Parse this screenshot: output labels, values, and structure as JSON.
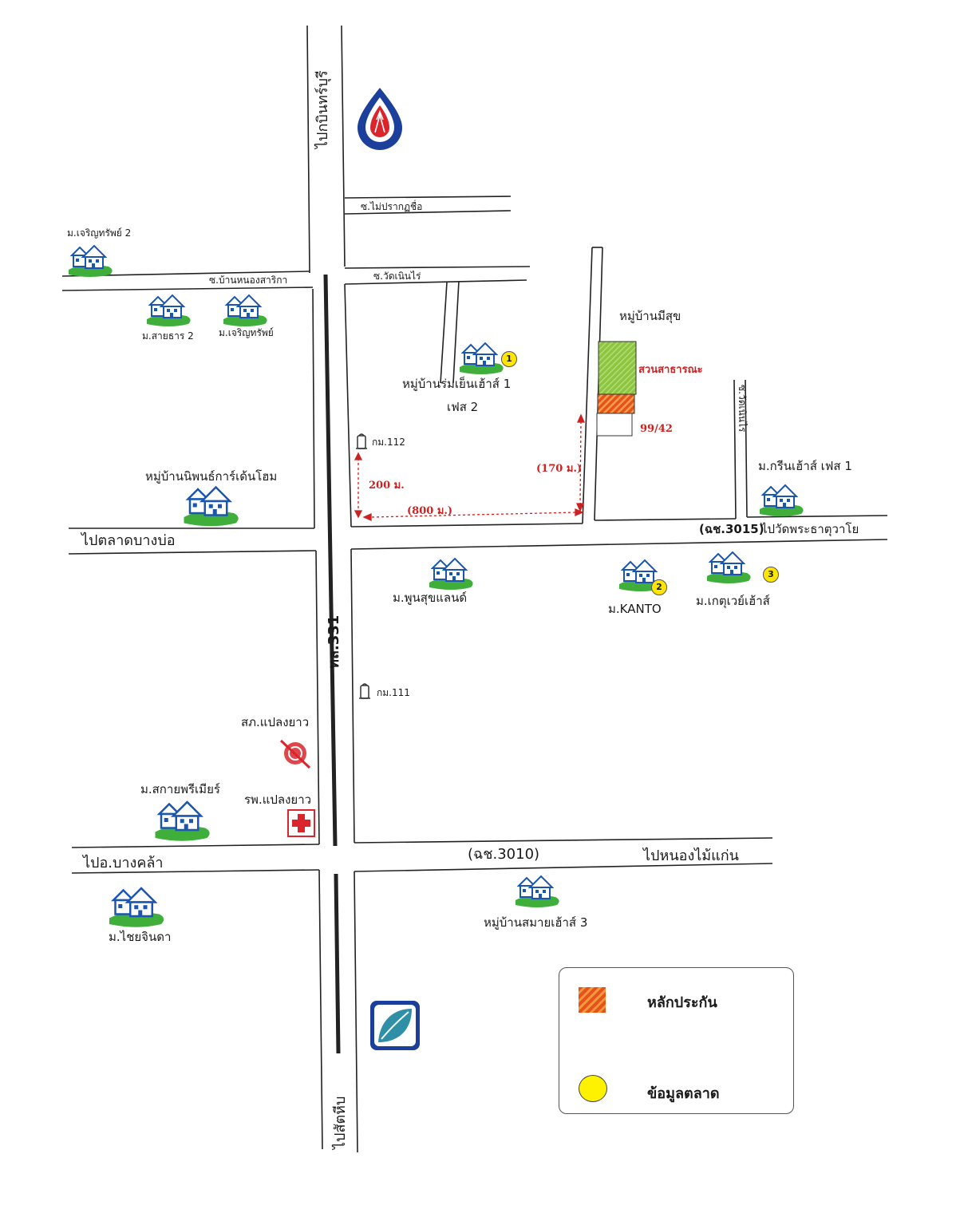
{
  "roads": {
    "to_kabin": "ไปกบินทร์บุรี",
    "soi_maipraksue": "ซ.ไม่ปรากฏชื่อ",
    "soi_bannongsarika": "ซ.บ้านหนองสาริกา",
    "soi_watnoenrai": "ซ.วัดเนินไร่",
    "to_bangbo_market": "ไปตลาดบางบ่อ",
    "route_3015": "(ฉช.3015)",
    "to_wat_phrathat": "ไปวัดพระธาตุวาโย",
    "highway_331": "ทล.331",
    "to_bangkhla": "ไปอ.บางคล้า",
    "route_3010": "(ฉช.3010)",
    "to_nongmaikaen": "ไปหนองไม้แก่น",
    "to_sattahip": "ไปสัตหีบ",
    "soi_right": "ซ.วัดเนินไร่"
  },
  "villages": {
    "charoensap2": "ม.เจริญทรัพย์ 2",
    "saithan2": "ม.สายธาร 2",
    "charoensap": "ม.เจริญทรัพย์",
    "romyen1": "หมู่บ้านร่มเย็นเฮ้าส์ 1",
    "romyen_phase": "เฟส 2",
    "misuk": "หมู่บ้านมีสุข",
    "niphon": "หมู่บ้านนิพนธ์การ์เด้นโฮม",
    "green_house": "ม.กรีนเฮ้าส์ เฟส 1",
    "poonsuk": "ม.พูนสุขแลนด์",
    "kanto": "ม.KANTO",
    "kasetway": "ม.เกตุเวย์เฮ้าส์",
    "sakai_premier": "ม.สกายพรีเมียร์",
    "chaijinda": "ม.ไชยจินดา",
    "samai3": "หมู่บ้านสมายเฮ้าส์ 3"
  },
  "places": {
    "km112": "กม.112",
    "km111": "กม.111",
    "police": "สภ.แปลงยาว",
    "hospital": "รพ.แปลงยาว",
    "public_garden": "สวนสาธารณะ",
    "plot_no": "99/42"
  },
  "distances": {
    "d200": "200 ม.",
    "d800": "(800 ม.)",
    "d170": "(170 ม.)"
  },
  "markers": [
    "1",
    "2",
    "3"
  ],
  "legend": {
    "collateral": "หลักประกัน",
    "market_data": "ข้อมูลตลาด"
  },
  "colors": {
    "road_line": "#222222",
    "park_green": "#8cc63f",
    "collateral_orange": "#e8501e",
    "marker_yellow": "#ffe600",
    "dimension_red": "#cc2222",
    "house_blue": "#1a56b0",
    "house_green": "#3fae3a"
  },
  "icons": [
    "gas-station-logo-icon",
    "house-icon",
    "km-post-icon",
    "police-icon",
    "hospital-icon",
    "bank-logo-icon"
  ]
}
